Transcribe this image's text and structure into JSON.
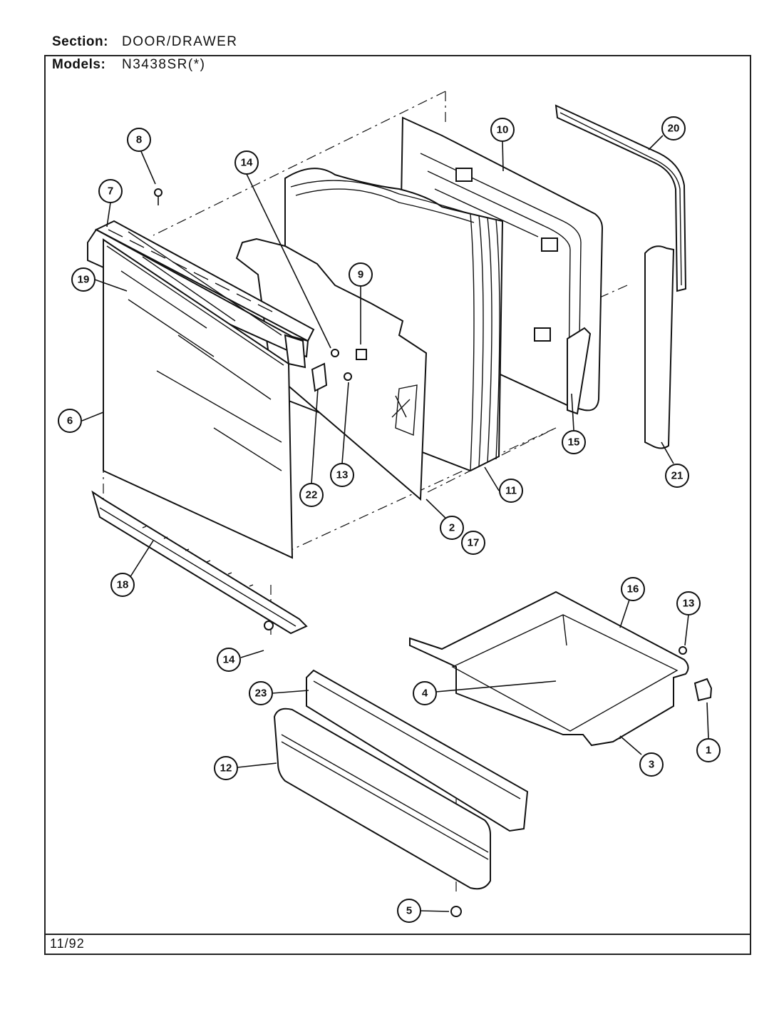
{
  "header": {
    "section_label": "Section:",
    "section_value": "DOOR/DRAWER",
    "models_label": "Models:",
    "models_value": "N3438SR(*)"
  },
  "footer": {
    "date": "11/92"
  },
  "callouts": {
    "c1": "1",
    "c2": "2",
    "c3": "3",
    "c4": "4",
    "c5": "5",
    "c6": "6",
    "c7": "7",
    "c8": "8",
    "c9": "9",
    "c10": "10",
    "c11": "11",
    "c12": "12",
    "c13a": "13",
    "c13b": "13",
    "c14a": "14",
    "c14b": "14",
    "c15": "15",
    "c16": "16",
    "c17": "17",
    "c18": "18",
    "c19": "19",
    "c20": "20",
    "c21": "21",
    "c22": "22",
    "c23": "23"
  }
}
